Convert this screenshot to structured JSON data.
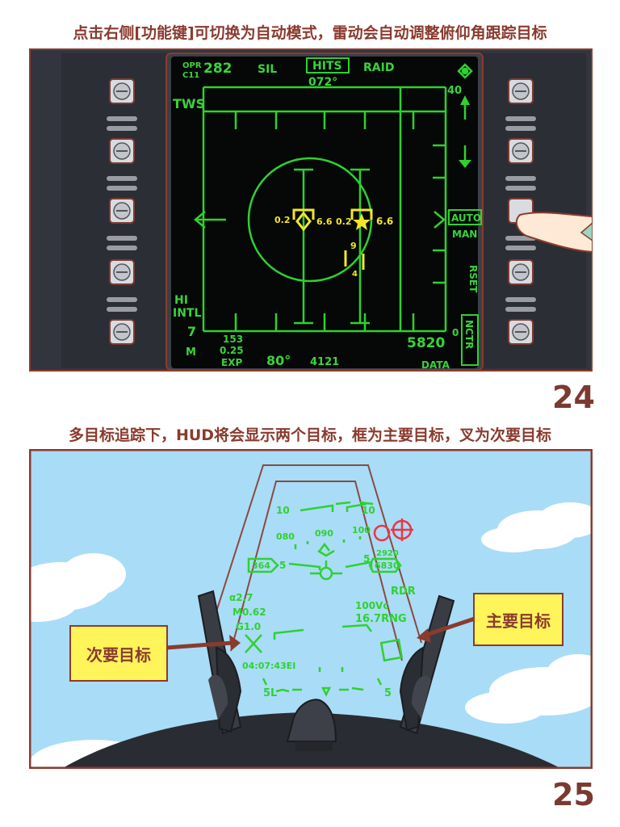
{
  "panel1": {
    "caption": "点击右侧[功能键]可切换为自动模式，雷动会自动调整俯仰角跟踪目标",
    "page_number": "24",
    "mfd": {
      "opr": "OPR",
      "c11": "C11",
      "heading_top": "282",
      "sil": "SIL",
      "hits": "HITS",
      "raid": "RAID",
      "heading": "072°",
      "scale_40": "40",
      "tws": "TWS",
      "auto": "AUTO",
      "man": "MAN",
      "rset": "RSET",
      "hi": "HI",
      "intl": "INTL",
      "seven": "7",
      "m": "M",
      "t1": "153",
      "t2": "0.25",
      "exp": "EXP",
      "angle": "80°",
      "alt": "4121",
      "range": "5820",
      "zero": "0",
      "nctr": "NCTR",
      "data": "DATA",
      "tgt1_left": "0.2",
      "tgt1_right": "6.6",
      "tgt2_left": "0.2",
      "tgt2_right": "6.6",
      "nine": "9",
      "four": "4"
    }
  },
  "panel2": {
    "caption": "多目标追踪下，HUD将会显示两个目标，框为主要目标，叉为次要目标",
    "page_number": "25",
    "hud": {
      "pitch_10_left": "10",
      "pitch_10_right": "10",
      "hdg_080": "080",
      "hdg_090": "090",
      "hdg_100": "100",
      "speed": "364",
      "pitch_5_left": "5",
      "pitch_5_right": "5",
      "alt_small": "2920",
      "alt": "6830",
      "alpha": "α2.7",
      "mach": "M0.62",
      "g": "G1.0",
      "rdr": "RDR",
      "closure": "100Vc",
      "rng": "16.7RNG",
      "time": "04:07:43EI",
      "bottom_left": "5L",
      "bottom_right": "5"
    },
    "label_secondary": "次要目标",
    "label_primary": "主要目标"
  },
  "colors": {
    "hud_green": "#2fd12f",
    "target_yellow": "#f3e62a",
    "frame_dark": "#2b2e35",
    "caption_brown": "#8a3b2e",
    "sky": "#a9dcf7",
    "label_yellow": "#fff45a"
  }
}
